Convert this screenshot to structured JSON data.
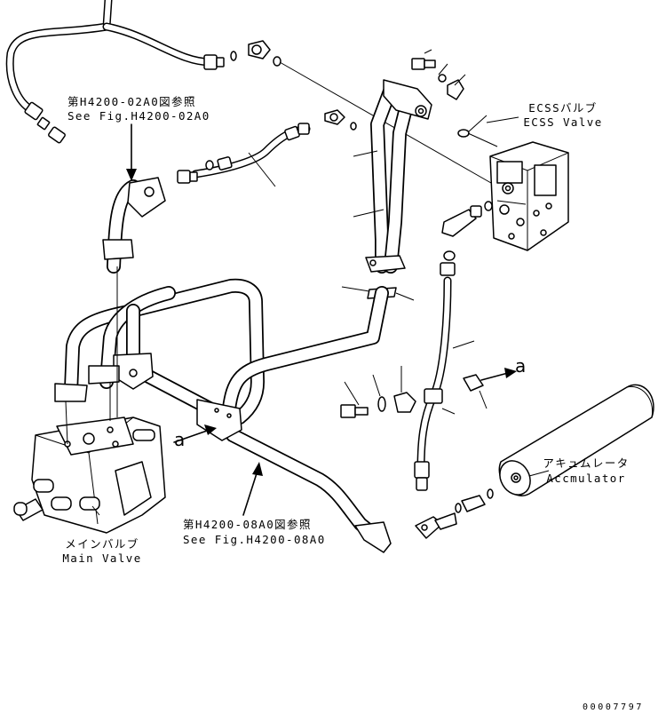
{
  "references": {
    "upper": {
      "jp": "第H4200-02A0図参照",
      "en": "See Fig.H4200-02A0"
    },
    "lower": {
      "jp": "第H4200-08A0図参照",
      "en": "See Fig.H4200-08A0"
    }
  },
  "components": {
    "ecss_valve": {
      "jp": "ECSSバルブ",
      "en": "ECSS Valve"
    },
    "main_valve": {
      "jp": "メインバルブ",
      "en": "Main Valve"
    },
    "accumulator": {
      "jp": "アキュムレータ",
      "en": "Accmulator"
    }
  },
  "connection_marks": {
    "right": "a",
    "left": "a"
  },
  "drawing_number": "00007797"
}
